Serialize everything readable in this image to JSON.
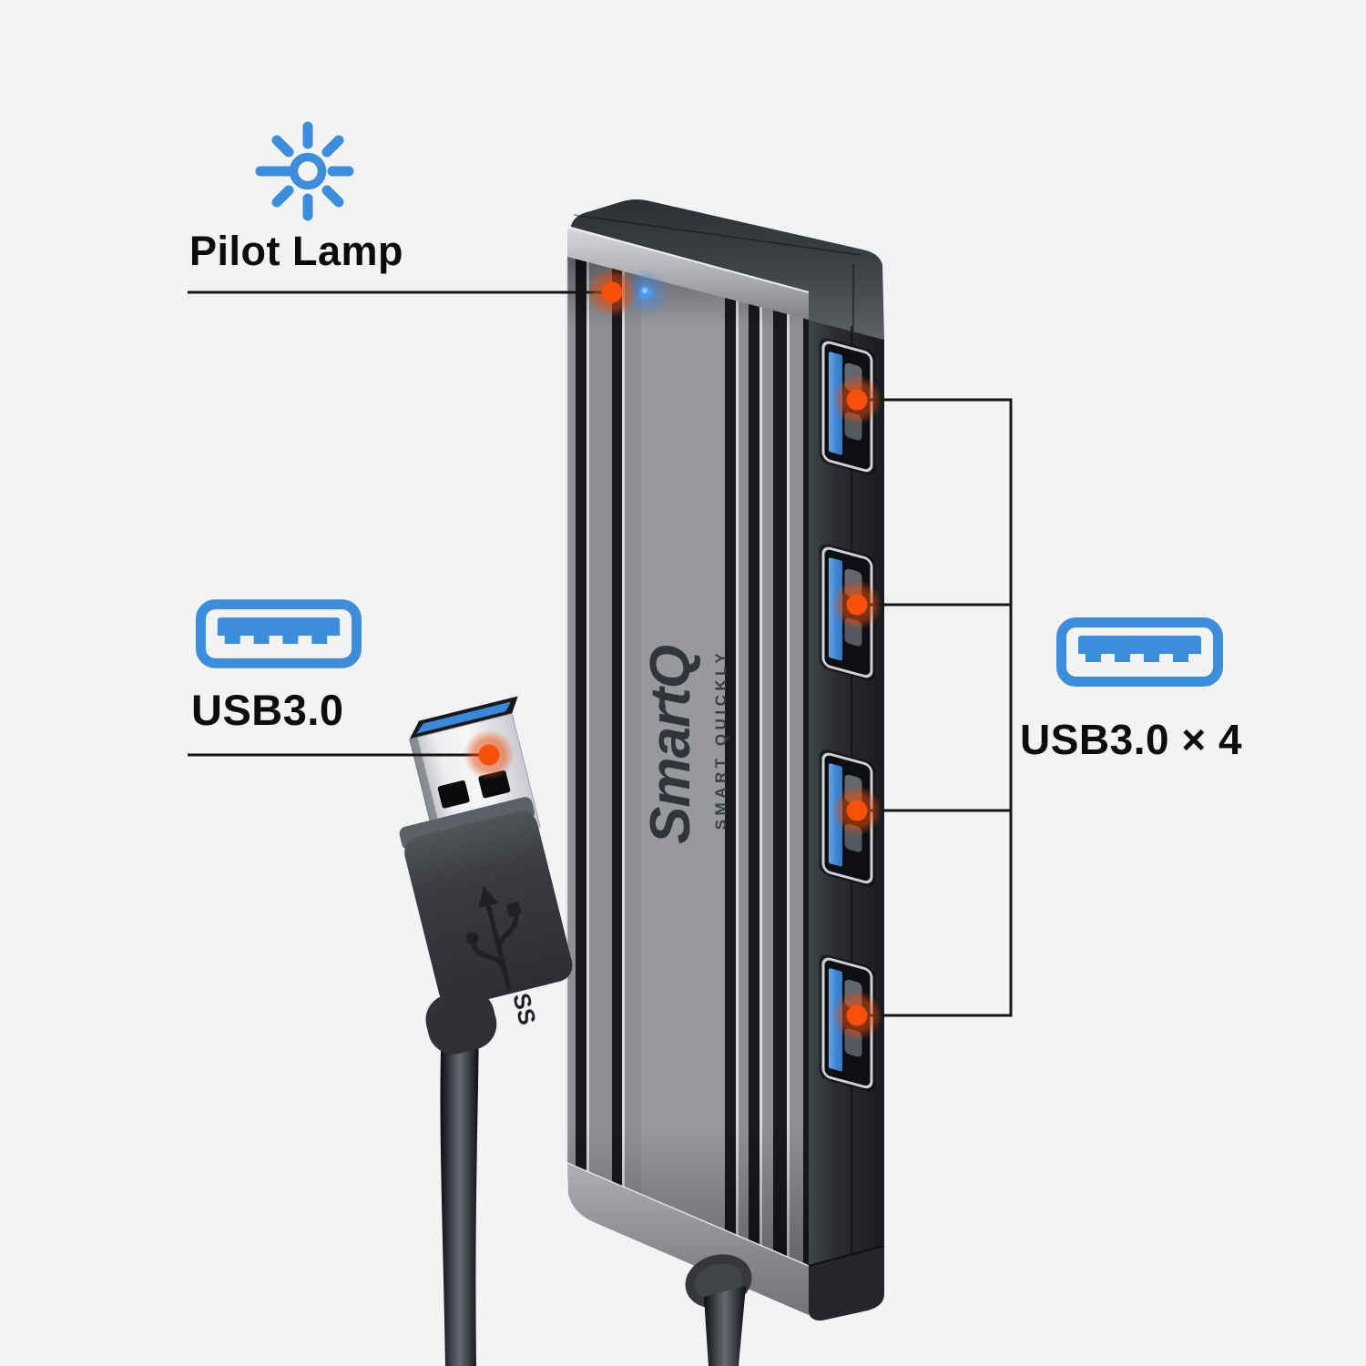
{
  "labels": {
    "pilot_lamp": "Pilot Lamp",
    "usb_input": "USB3.0",
    "usb_outputs": "USB3.0 × 4"
  },
  "device": {
    "brand": "SmartQ",
    "tagline": "SMART QUICKLY",
    "usb_output_port_count": 4,
    "marked_points": [
      "pilot-lamp-led",
      "usb3-input-plug",
      "usb3-port-1",
      "usb3-port-2",
      "usb3-port-3",
      "usb3-port-4"
    ]
  },
  "icons": {
    "pilot_lamp": "light-rays-icon",
    "usb_input": "usb-a-port-icon",
    "usb_outputs": "usb-a-port-icon",
    "plug_emboss": "usb-ss-trident-icon"
  },
  "colors": {
    "background": "#f2f3f5",
    "accent_blue": "#3e8dda",
    "marker_orange": "#f84f0a",
    "led_blue": "#4b97f2",
    "callout_line": "#151515",
    "label_text": "#0c0c0c"
  }
}
